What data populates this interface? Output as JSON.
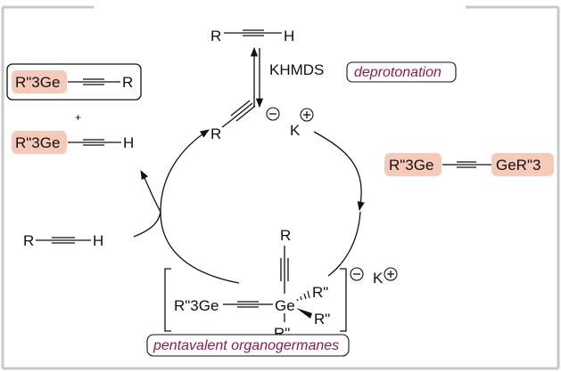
{
  "colors": {
    "highlight": "#f6c9b8",
    "label_text": "#8a1c4f",
    "frame": "#c8c8c8"
  },
  "top": {
    "alkyne": {
      "r": "R",
      "h": "H"
    },
    "reagent": "KHMDS",
    "label": "deprotonation"
  },
  "anion": {
    "r": "R",
    "k": "K"
  },
  "left": {
    "product1": {
      "ge": "R\"3Ge",
      "r": "R"
    },
    "plus": "+",
    "product2": {
      "ge": "R\"3Ge",
      "h": "H"
    },
    "alkyne": {
      "r": "R",
      "h": "H"
    }
  },
  "right": {
    "reagent": {
      "ge_left": "R\"3Ge",
      "ge_right": "GeR\"3"
    }
  },
  "intermediate": {
    "r_top": "R",
    "ge_left": "R\"3Ge",
    "ge_center": "Ge",
    "sub1": "R\"",
    "sub2": "R\"",
    "sub3": "R\"",
    "counterion": "K",
    "label": "pentavalent organogermanes"
  },
  "icons": [
    "minus-charge-icon",
    "plus-charge-icon"
  ]
}
